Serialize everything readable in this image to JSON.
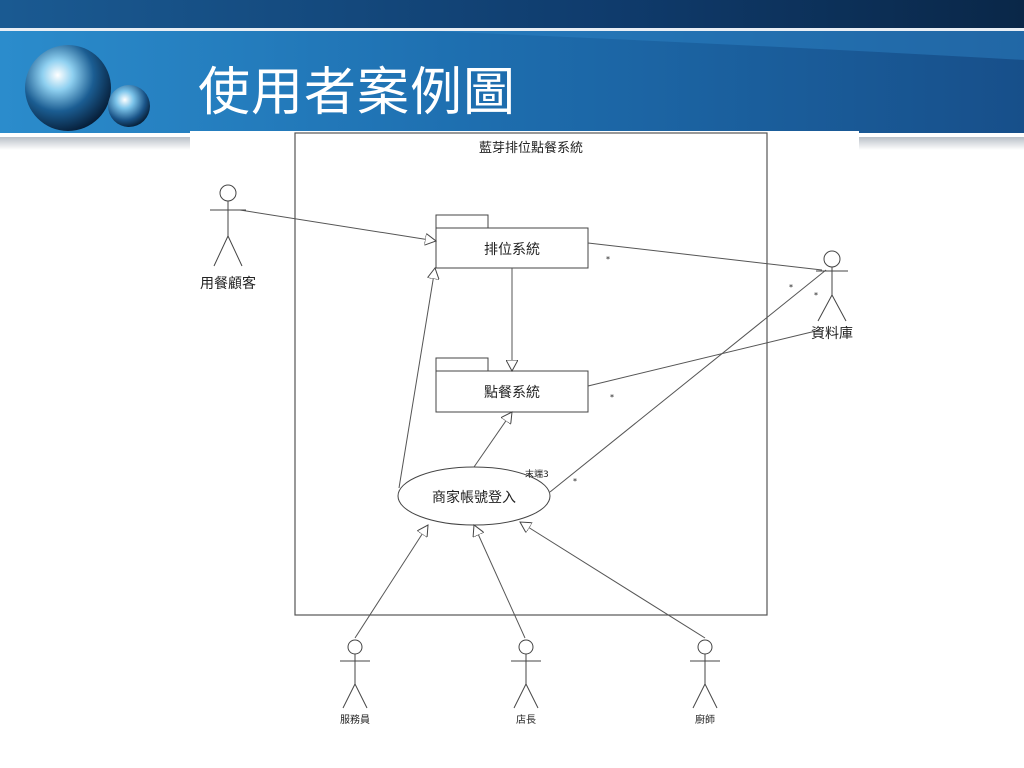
{
  "slide": {
    "title": "使用者案例圖"
  },
  "diagram": {
    "system_boundary_title": "藍芽排位點餐系統",
    "packages": {
      "queue": "排位系統",
      "order": "點餐系統"
    },
    "use_case": {
      "label": "商家帳號登入",
      "end_label": "末端3"
    },
    "actors": {
      "customer": "用餐顧客",
      "database": "資料庫",
      "waiter": "服務員",
      "manager": "店長",
      "chef": "廚師"
    },
    "multiplicity": "*"
  },
  "colors": {
    "header_dark": "#0d2d55",
    "header_mid": "#1a5a95",
    "header_light": "#2c82c2",
    "line": "#555555"
  }
}
